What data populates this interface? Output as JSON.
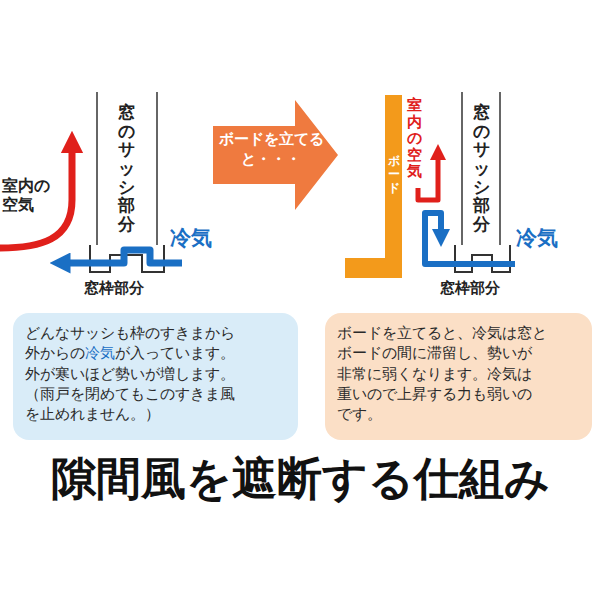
{
  "diagram": {
    "title": "隙間風を遮断する仕組み",
    "nodes": [
      {
        "text": [
          "ボードを立てると・・・"
        ]
      },
      {
        "text": [
          "ボード"
        ]
      },
      {
        "text": [
          "どんなサッシも枠のすきまから 外からの冷気が入っています。 外が寒いほど勢いが増します。 （雨戸を閉めてもこのすきま風 を止めれません。）"
        ]
      },
      {
        "text": [
          "ボードを立てると、冷気は窓と ボードの間に滞留し、勢いが 非常に弱くなります。冷気は 重いので上昇する力も弱いの です。"
        ]
      }
    ],
    "labels": [
      "窓のサッシ部分",
      "室内の空気",
      "冷気",
      "窓枠部分",
      "室内の空気",
      "窓のサッシ部分",
      "冷気",
      "窓枠部分"
    ]
  }
}
